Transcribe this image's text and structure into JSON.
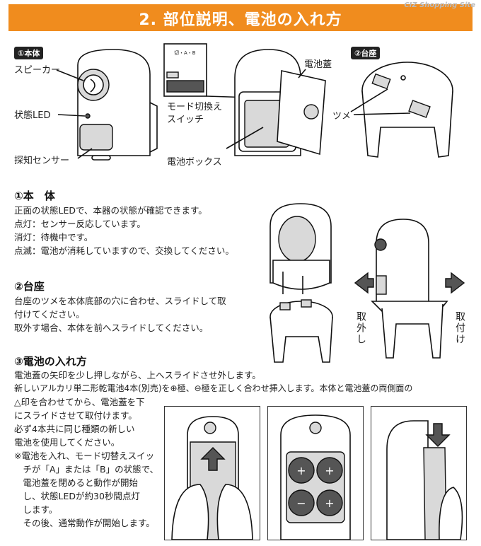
{
  "header": {
    "title": "2. 部位説明、電池の入れ方",
    "watermark": "CIZ Shopping Site"
  },
  "top": {
    "tag_body": "①本体",
    "tag_base": "②台座",
    "speaker": "スピーカー",
    "status_led": "状態LED",
    "sensor": "探知センサー",
    "mode_switch_line1": "モード切換え",
    "mode_switch_line2": "スイッチ",
    "switch_markings": "切・A・B",
    "battery_box": "電池ボックス",
    "battery_cover": "電池蓋",
    "tab": "ツメ"
  },
  "section1": {
    "heading": "①本　体",
    "lines": [
      "正面の状態LEDで、本器の状態が確認できます。",
      "点灯：センサー反応しています。",
      "消灯：待機中です。",
      "点滅：電池が消耗していますので、交換してください。"
    ]
  },
  "section2": {
    "heading": "②台座",
    "lines": [
      "台座のツメを本体底部の穴に合わせ、スライドして取",
      "付けてください。",
      "取外す場合、本体を前へスライドしてください。"
    ],
    "remove_label": "取外し",
    "attach_label": "取付け"
  },
  "section3": {
    "heading": "③電池の入れ方",
    "intro_lines": [
      "電池蓋の矢印を少し押しながら、上へスライドさせ外します。",
      "新しいアルカリ単二形乾電池4本(別売)を⊕極、⊖極を正しく合わせ挿入します。本体と電池蓋の両側面の"
    ],
    "col_lines": [
      "△印を合わせてから、電池蓋を下",
      "にスライドさせて取付けます。",
      "必ず4本共に同じ種類の新しい",
      "電池を使用してください。",
      "※電池を入れ、モード切替えスイッ",
      "　チが「A」または「B」の状態で、",
      "　電池蓋を閉めると動作が開始",
      "　し、状態LEDが約30秒間点灯",
      "　します。",
      "　その後、通常動作が開始します。"
    ]
  }
}
